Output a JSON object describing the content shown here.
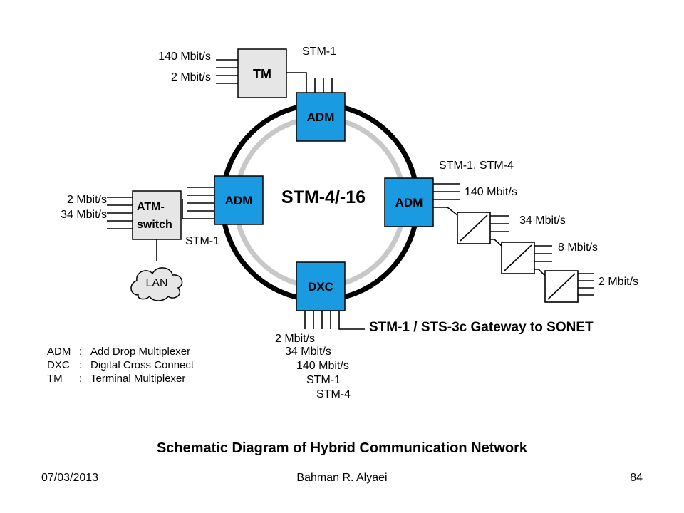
{
  "diagram": {
    "ring_label": "STM-4/-16",
    "nodes": {
      "tm": "TM",
      "adm_top": "ADM",
      "adm_left": "ADM",
      "adm_right": "ADM",
      "dxc": "DXC",
      "atm_line1": "ATM-",
      "atm_line2": "switch",
      "lan": "LAN"
    },
    "labels": {
      "tm_rate_140": "140 Mbit/s",
      "tm_rate_2": "2 Mbit/s",
      "stm1_top": "STM-1",
      "atm_rate_2": "2 Mbit/s",
      "atm_rate_34": "34 Mbit/s",
      "stm1_left": "STM-1",
      "right_stm": "STM-1, STM-4",
      "right_140": "140 Mbit/s",
      "mux_34": "34 Mbit/s",
      "mux_8": "8 Mbit/s",
      "mux_2": "2 Mbit/s",
      "gateway": "STM-1 / STS-3c Gateway to SONET",
      "dxc_2": "2 Mbit/s",
      "dxc_34": "34 Mbit/s",
      "dxc_140": "140 Mbit/s",
      "dxc_stm1": "STM-1",
      "dxc_stm4": "STM-4"
    },
    "legend": [
      {
        "abbr": "ADM",
        "sep": ":",
        "text": "Add Drop Multiplexer"
      },
      {
        "abbr": "DXC",
        "sep": ":",
        "text": "Digital Cross Connect"
      },
      {
        "abbr": "TM",
        "sep": ":",
        "text": "Terminal Multiplexer"
      }
    ]
  },
  "caption": "Schematic Diagram of Hybrid Communication Network",
  "footer": {
    "date": "07/03/2013",
    "author": "Bahman R. Alyaei",
    "page": "84"
  },
  "colors": {
    "node_blue": "#1a9ae0",
    "tm_gray": "#e6e6e6",
    "ring_outer": "#000000",
    "ring_inner": "#c8c8c8"
  }
}
